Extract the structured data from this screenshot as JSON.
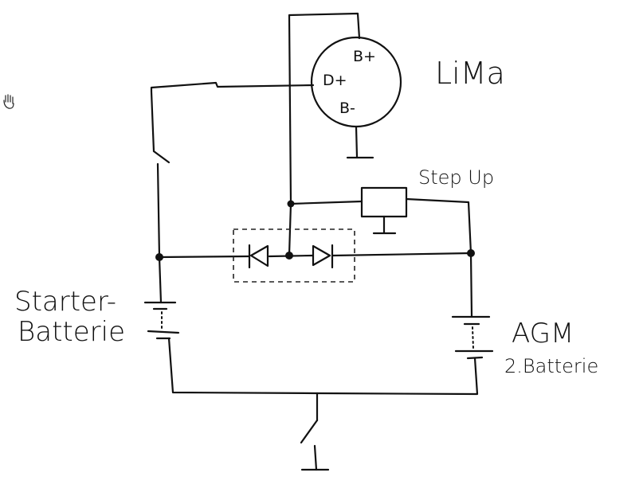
{
  "labels": {
    "alternator": "LiMa",
    "pin_b_plus": "B+",
    "pin_d_plus": "D+",
    "pin_b_minus": "B-",
    "step_up": "Step Up",
    "starter_line1": "Starter-",
    "starter_line2": "Batterie",
    "agm_line1": "AGM",
    "agm_line2": "2.Batterie"
  },
  "icons": {
    "hand_cursor": "hand-pointer-icon"
  },
  "colors": {
    "ink": "#111111",
    "background": "#ffffff"
  }
}
